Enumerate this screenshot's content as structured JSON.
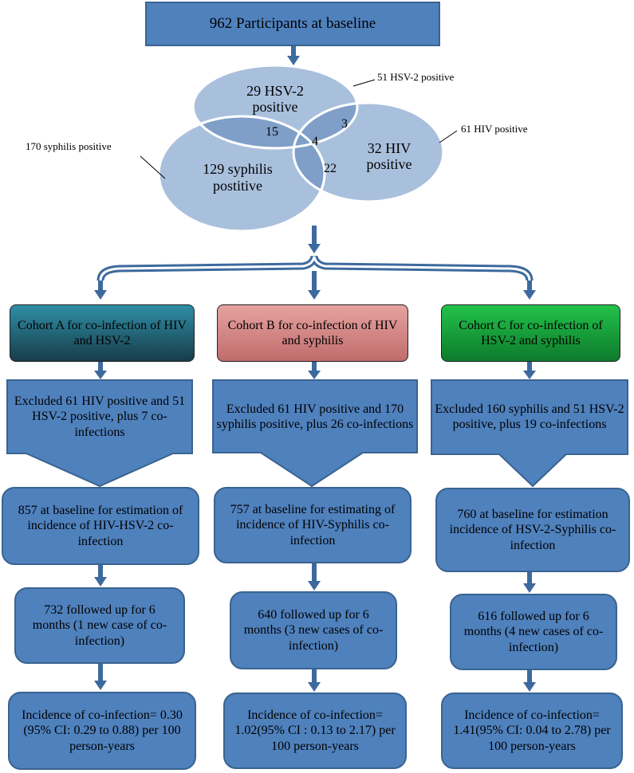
{
  "baseline": "962 Participants at baseline",
  "venn": {
    "hsv_label_line1": "29  HSV-2",
    "hsv_label_line2": "positive",
    "hiv_label_line1": "32 HIV",
    "hiv_label_line2": "positive",
    "syph_label_line1": "129 syphilis",
    "syph_label_line2": "postitive",
    "overlap_hsv_syph": "15",
    "overlap_hsv_hiv": "3",
    "overlap_all": "4",
    "overlap_hiv_syph": "22",
    "callout_hsv": "51 HSV-2 positive",
    "callout_hiv": "61 HIV positive",
    "callout_syph": "170 syphilis positive"
  },
  "cohorts": [
    {
      "title": "Cohort A for co-infection of HIV and HSV-2",
      "excluded": "Excluded 61 HIV positive and 51 HSV-2 positive, plus 7 co-infections",
      "baseline": "857 at baseline for estimation of incidence of HIV-HSV-2 co-infection",
      "followed": "732 followed up for 6 months (1 new case of co-infection)",
      "incidence": "Incidence of co-infection= 0.30 (95% CI: 0.29 to 0.88) per 100 person-years"
    },
    {
      "title": "Cohort B for co-infection of HIV and syphilis",
      "excluded": "Excluded 61 HIV positive and 170 syphilis positive, plus 26 co-infections",
      "baseline": "757 at baseline for estimating of incidence of HIV-Syphilis co-infection",
      "followed": "640 followed up for 6 months (3 new cases of co-infection)",
      "incidence": "Incidence of co-infection= 1.02(95% CI : 0.13 to 2.17) per 100 person-years"
    },
    {
      "title": "Cohort C for co-infection of HSV-2 and syphilis",
      "excluded": "Excluded 160 syphilis and 51 HSV-2 positive, plus 19 co-infections",
      "baseline": "760 at baseline for estimation incidence of HSV-2-Syphilis co-infection",
      "followed": "616 followed up for 6 months (4 new cases of co-infection)",
      "incidence": "Incidence of co-infection= 1.41(95% CI: 0.04 to 2.78) per 100 person-years"
    }
  ]
}
